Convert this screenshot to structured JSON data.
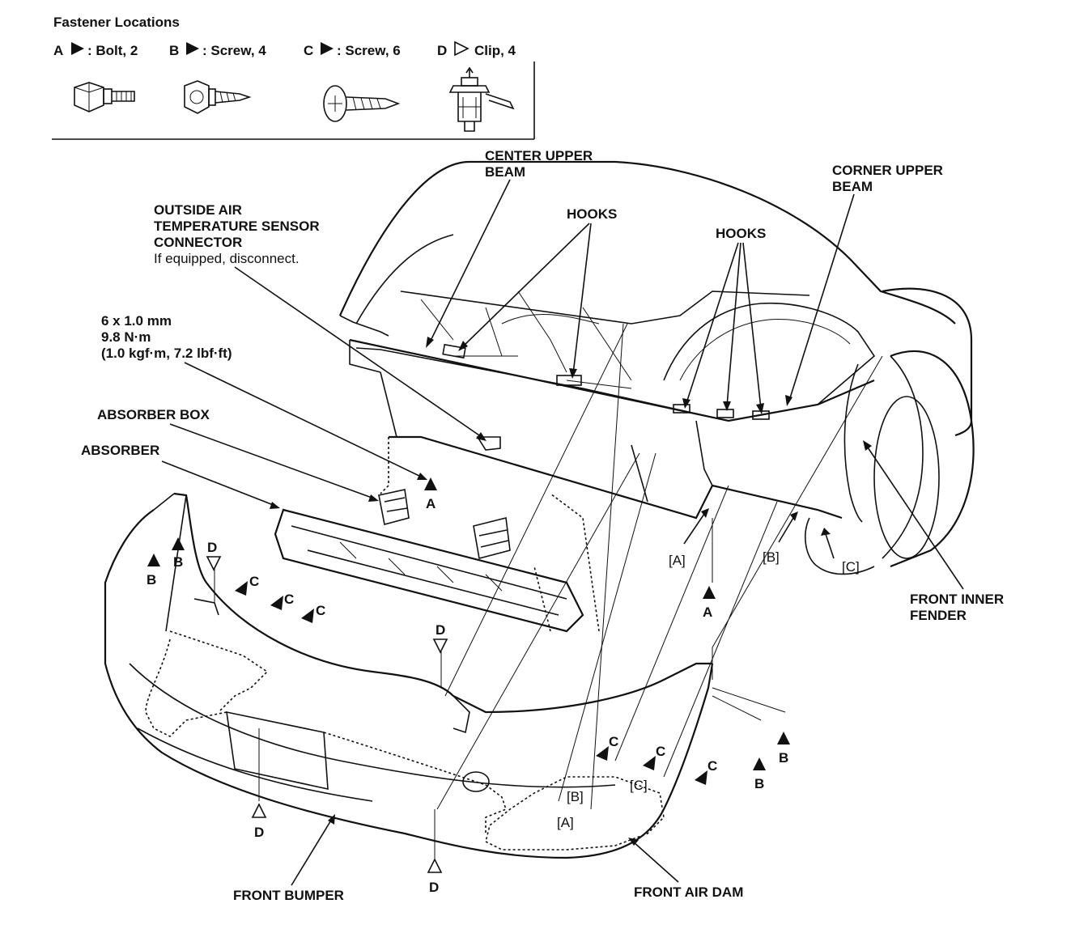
{
  "legend": {
    "title": "Fastener Locations",
    "items": [
      {
        "key": "A",
        "text": ": Bolt, 2",
        "marker": "filled-triangle"
      },
      {
        "key": "B",
        "text": ": Screw, 4",
        "marker": "filled-triangle"
      },
      {
        "key": "C",
        "text": ": Screw, 6",
        "marker": "filled-triangle"
      },
      {
        "key": "D",
        "text": "Clip, 4",
        "marker": "open-triangle"
      }
    ]
  },
  "labels": {
    "center_upper_beam": [
      "CENTER UPPER",
      "BEAM"
    ],
    "corner_upper_beam": [
      "CORNER UPPER",
      "BEAM"
    ],
    "hooks_left": "HOOKS",
    "hooks_right": "HOOKS",
    "sensor": [
      "OUTSIDE AIR",
      "TEMPERATURE SENSOR",
      "CONNECTOR"
    ],
    "sensor_note": "If equipped, disconnect.",
    "spec": [
      "6 x 1.0 mm",
      "9.8 N·m",
      "(1.0 kgf·m, 7.2 lbf·ft)"
    ],
    "absorber_box": "ABSORBER BOX",
    "absorber": "ABSORBER",
    "front_inner_fender": [
      "FRONT INNER",
      "FENDER"
    ],
    "front_bumper": "FRONT BUMPER",
    "front_air_dam": "FRONT AIR DAM"
  },
  "markers": {
    "A": "A",
    "B": "B",
    "C": "C",
    "D": "D",
    "bracket_A": "[A]",
    "bracket_B": "[B]",
    "bracket_C": "[C]"
  }
}
